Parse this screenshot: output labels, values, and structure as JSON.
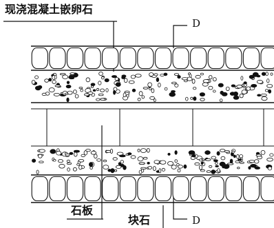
{
  "labels": {
    "title": "现浇混凝土嵌卵石",
    "section_mark_top": "D",
    "slab": "石板",
    "block_stone": "块石",
    "section_mark_bottom": "D"
  },
  "colors": {
    "ink": "#111111",
    "background": "#ffffff"
  }
}
